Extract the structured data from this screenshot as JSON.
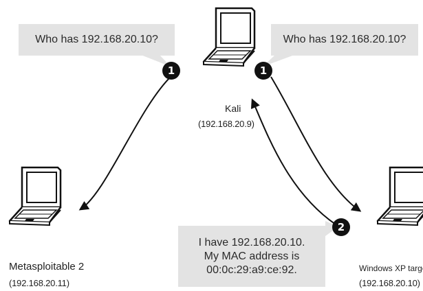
{
  "messages": {
    "request_left": "Who has 192.168.20.10?",
    "request_right": "Who has 192.168.20.10?",
    "reply_line1": "I have 192.168.20.10.",
    "reply_line2": "My MAC address is",
    "reply_line3": "00:0c:29:a9:ce:92."
  },
  "nodes": {
    "kali": {
      "name": "Kali",
      "ip": "(192.168.20.9)"
    },
    "metasploitable": {
      "name": "Metasploitable 2",
      "ip": "(192.168.20.11)"
    },
    "windows": {
      "name": "Windows XP target",
      "ip": "(192.168.20.10)"
    }
  },
  "steps": {
    "request_left": "1",
    "request_right": "1",
    "reply": "2"
  },
  "icons": {
    "laptop": "laptop-icon"
  }
}
